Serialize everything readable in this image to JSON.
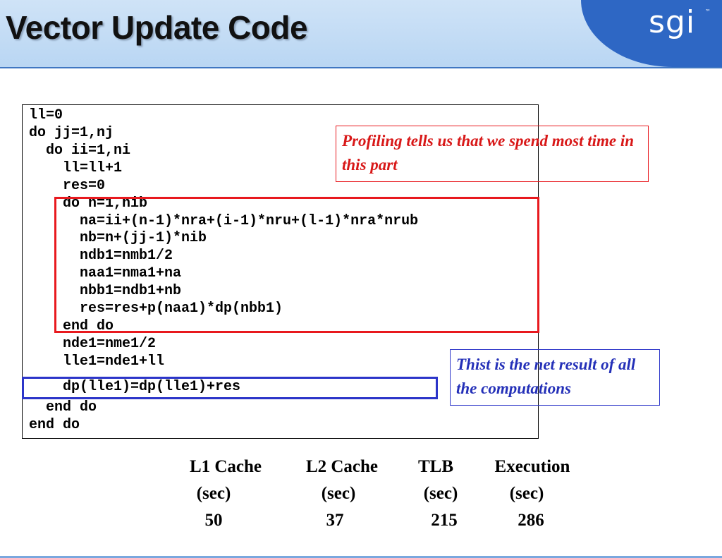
{
  "slide": {
    "title": "Vector Update Code",
    "logo_text": "sgi",
    "logo_tm": "™"
  },
  "code": {
    "lines": [
      "ll=0",
      "do jj=1,nj",
      "  do ii=1,ni",
      "    ll=ll+1",
      "    res=0",
      "    do n=1,nib",
      "      na=ii+(n-1)*nra+(i-1)*nru+(l-1)*nra*nrub",
      "      nb=n+(jj-1)*nib",
      "      ndb1=nmb1/2",
      "      naa1=nma1+na",
      "      nbb1=ndb1+nb",
      "      res=res+p(naa1)*dp(nbb1)",
      "    end do",
      "    nde1=nme1/2",
      "    lle1=nde1+ll",
      "    dp(lle1)=dp(lle1)+res",
      "  end do",
      "end do"
    ]
  },
  "notes": {
    "profiling": "Profiling tells us that we spend most time in this part",
    "result": "Thist is the net result of all the computations"
  },
  "stats": {
    "columns": [
      {
        "header": "L1 Cache",
        "unit": "(sec)",
        "value": "50"
      },
      {
        "header": "L2 Cache",
        "unit": "(sec)",
        "value": "37"
      },
      {
        "header": "TLB",
        "unit": "(sec)",
        "value": "215"
      },
      {
        "header": "Execution",
        "unit": "(sec)",
        "value": "286"
      }
    ]
  },
  "colors": {
    "highlight_red": "#e8191e",
    "highlight_blue": "#2c35c9",
    "header_blue": "#2e67c4"
  }
}
